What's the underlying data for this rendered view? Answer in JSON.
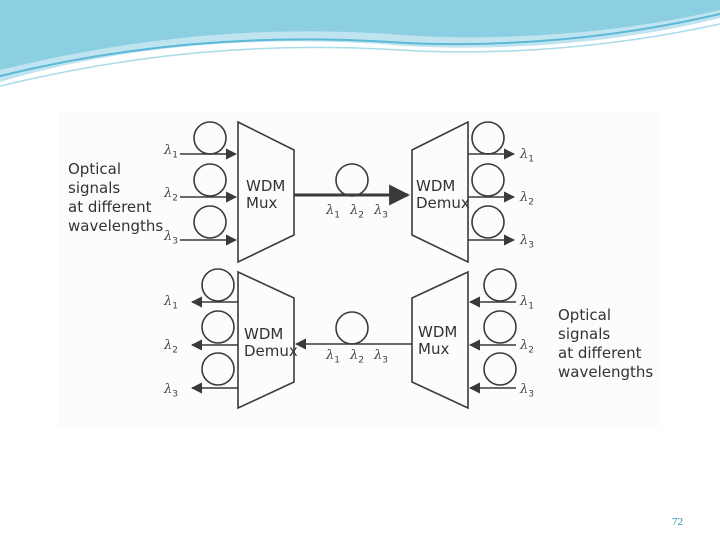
{
  "diagram": {
    "left_group_label": [
      "Optical",
      "signals",
      "at different",
      "wavelengths"
    ],
    "right_group_label": [
      "Optical",
      "signals",
      "at different",
      "wavelengths"
    ],
    "top_left_box": [
      "WDM",
      "Mux"
    ],
    "top_right_box": [
      "WDM",
      "Demux"
    ],
    "bottom_left_box": [
      "WDM",
      "Demux"
    ],
    "bottom_right_box": [
      "WDM",
      "Mux"
    ],
    "lambda_symbol": "λ",
    "lambda_indices": [
      "1",
      "2",
      "3"
    ]
  },
  "colors": {
    "header": "#7fc8dd",
    "header_light": "#b8e1ee",
    "diagram_bg": "#fbfcfd",
    "ink": "#3a3a3a"
  },
  "footer": {
    "page_number": "72"
  }
}
